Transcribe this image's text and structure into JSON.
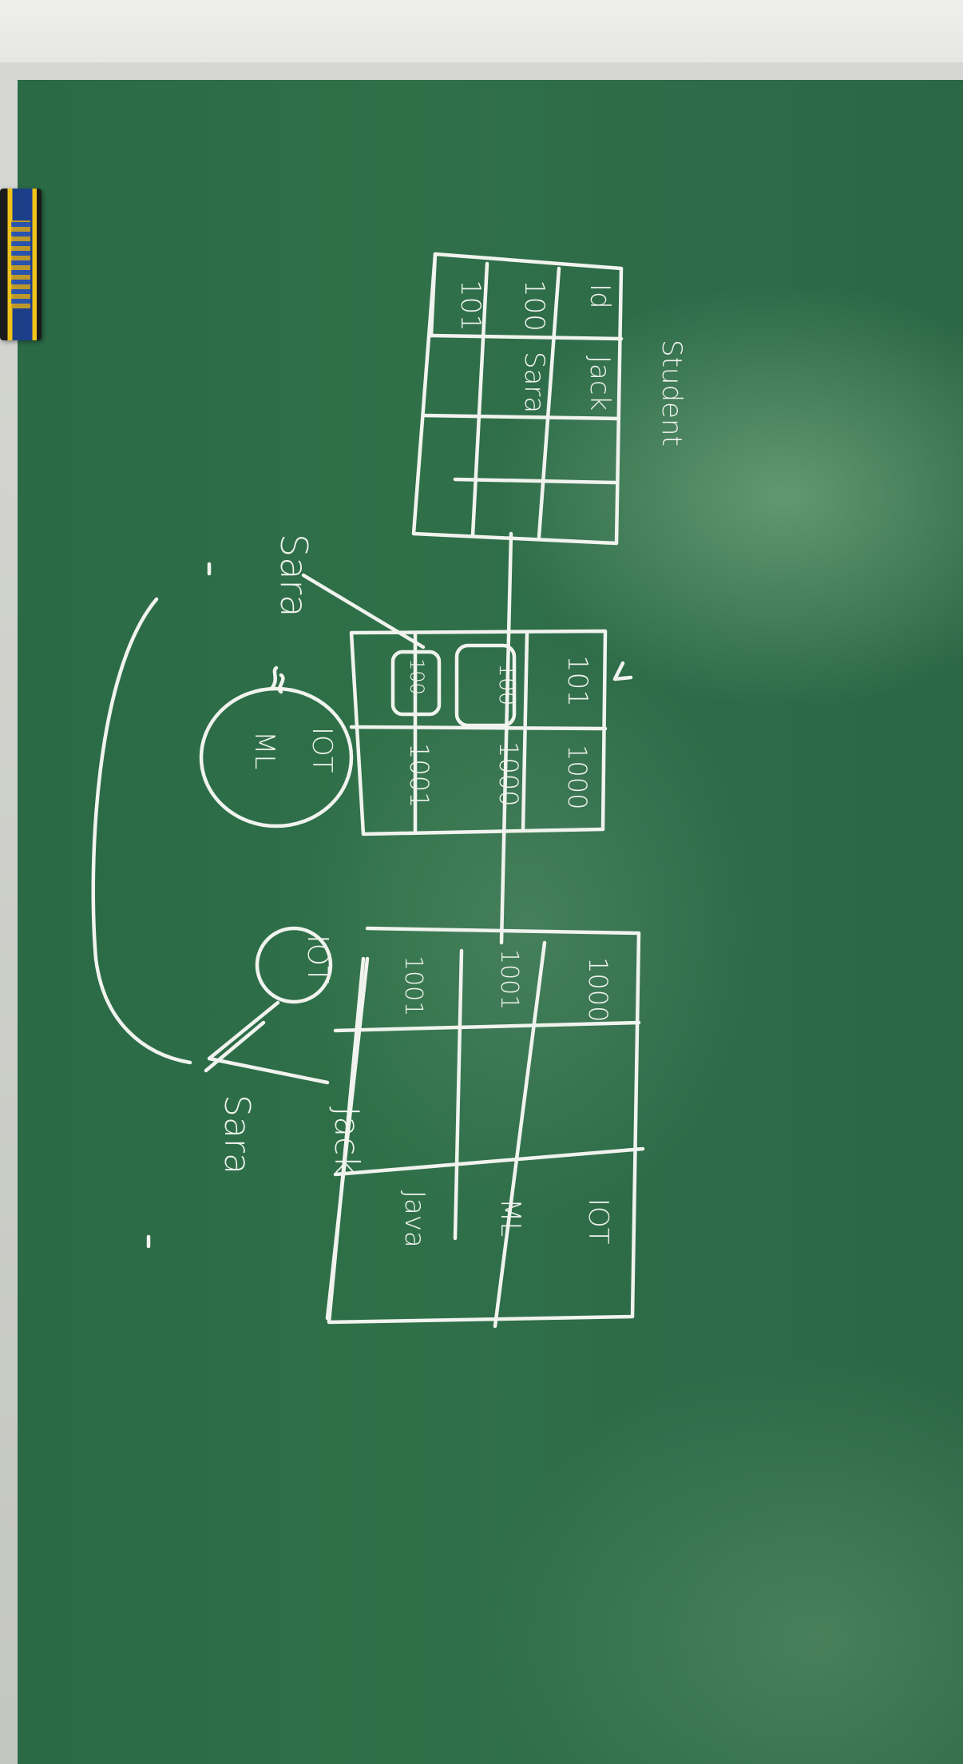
{
  "student_table": {
    "label": "Student",
    "rows": [
      {
        "id": "Id",
        "name": "Jack"
      },
      {
        "id": "100",
        "name": "Sara"
      },
      {
        "id": "101",
        "name": ""
      }
    ]
  },
  "link_table": {
    "rows": [
      {
        "student": "101",
        "course": "1000"
      },
      {
        "student": "100",
        "course": "1000"
      },
      {
        "student": "100",
        "course": "1001"
      }
    ]
  },
  "course_table": {
    "rows": [
      {
        "id": "1000",
        "name": "IOT"
      },
      {
        "id": "1001",
        "name": "ML"
      },
      {
        "id": "1001",
        "name": "Java"
      }
    ]
  },
  "annotations": {
    "sara_top": "Sara",
    "bubble_iot": "IOT",
    "bubble_ml": "ML",
    "circle_iot": "IOT",
    "jack": "Jack",
    "sara_bottom": "Sara"
  }
}
